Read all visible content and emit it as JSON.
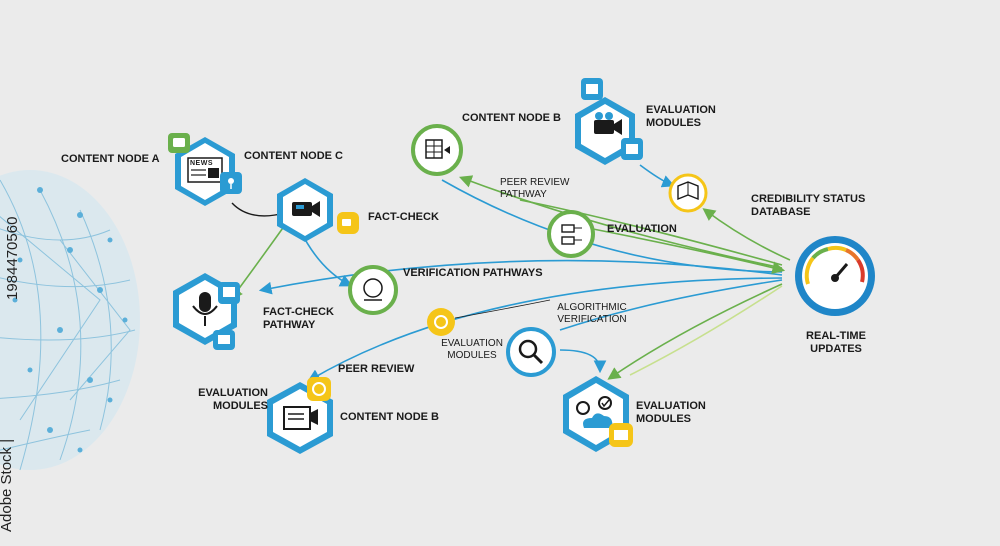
{
  "labels": {
    "content_node_a": "CONTENT NODE A",
    "content_node_c": "CONTENT NODE C",
    "content_node_b_top": "CONTENT NODE B",
    "content_node_b_bottom": "CONTENT NODE B",
    "evaluation_modules_top": "EVALUATION MODULES",
    "evaluation_modules_left": "EVALUATION MODULES",
    "evaluation_modules_mid": "EVALUATION MODULES",
    "evaluation_modules_right": "EVALUATION MODULES",
    "fact_check": "FACT-CHECK",
    "fact_check_pathway": "FACT-CHECK PATHWAY",
    "verification_pathways": "VERIFICATION PATHWAYS",
    "peer_review_pathway": "PEER REVIEW PATHWAY",
    "evaluation": "EVALUATION",
    "credibility_status_database": "CREDIBILITY STATUS DATABASE",
    "algorithmic_verification": "ALGORITHMIC VERIFICATION",
    "peer_review": "PEER REVIEW",
    "real_time_updates": "REAL-TIME UPDATES",
    "news_badge": "NEWS"
  },
  "watermark": {
    "id": "1984470560",
    "brand": "Adobe Stock |"
  },
  "colors": {
    "background": "#ebebeb",
    "blue": "#2b9bd3",
    "green": "#6ab04c",
    "yellow": "#f5c518",
    "dark": "#1a1a1a",
    "gauge_ring": "#1f86c8"
  },
  "icons": [
    "newspaper-icon",
    "camera-icon",
    "microphone-icon",
    "video-news-icon",
    "spreadsheet-icon",
    "flowchart-icon",
    "globe-check-icon",
    "book-icon",
    "magnifier-icon",
    "gears-cloud-icon",
    "gauge-icon",
    "bus-icon",
    "document-icon",
    "email-icon",
    "coins-icon"
  ]
}
